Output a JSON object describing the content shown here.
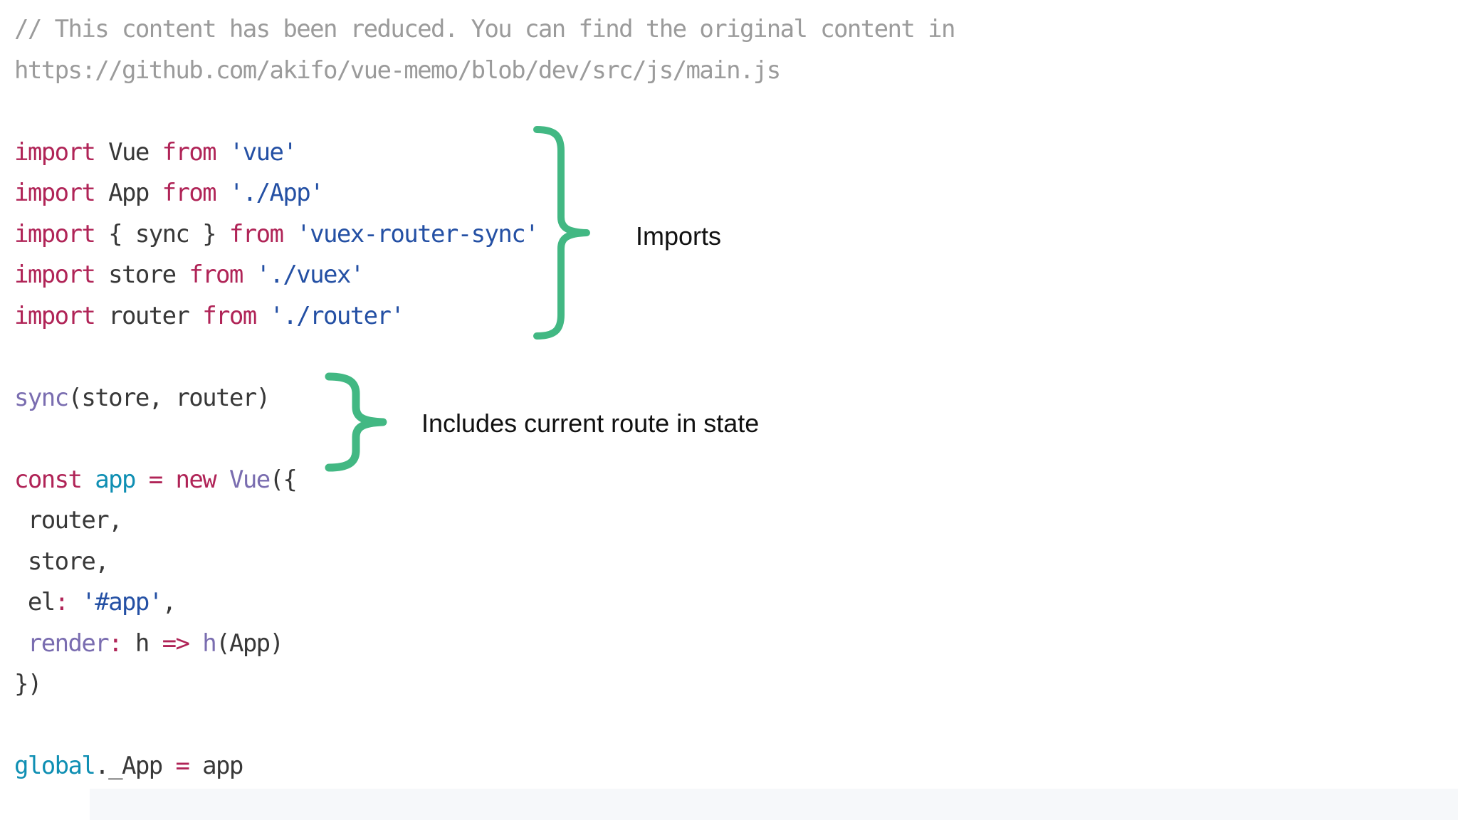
{
  "palette": {
    "comment": "#9b9b9b",
    "plain": "#383838",
    "keyword": "#b02457",
    "string": "#2450a4",
    "variable": "#0f8fb3",
    "function": "#7a6db0",
    "label_text": "#111111",
    "footer_strip": "#f6f8fa"
  },
  "annotations": {
    "brace_color": "#42b883",
    "imports": {
      "label": "Imports"
    },
    "route": {
      "label": "Includes current route in state"
    }
  },
  "code": {
    "language": "javascript",
    "lines": [
      {
        "tokens": [
          {
            "t": "// This content has been reduced. You can find the original content in",
            "c": "comment"
          }
        ]
      },
      {
        "tokens": [
          {
            "t": "https://github.com/akifo/vue-memo/blob/dev/src/js/main.js",
            "c": "comment"
          }
        ]
      },
      {
        "tokens": []
      },
      {
        "tokens": [
          {
            "t": "import",
            "c": "keyword"
          },
          {
            "t": " Vue ",
            "c": "plain"
          },
          {
            "t": "from",
            "c": "keyword"
          },
          {
            "t": " ",
            "c": "plain"
          },
          {
            "t": "'vue'",
            "c": "string"
          }
        ]
      },
      {
        "tokens": [
          {
            "t": "import",
            "c": "keyword"
          },
          {
            "t": " App ",
            "c": "plain"
          },
          {
            "t": "from",
            "c": "keyword"
          },
          {
            "t": " ",
            "c": "plain"
          },
          {
            "t": "'./App'",
            "c": "string"
          }
        ]
      },
      {
        "tokens": [
          {
            "t": "import",
            "c": "keyword"
          },
          {
            "t": " { sync } ",
            "c": "plain"
          },
          {
            "t": "from",
            "c": "keyword"
          },
          {
            "t": " ",
            "c": "plain"
          },
          {
            "t": "'vuex-router-sync'",
            "c": "string"
          }
        ]
      },
      {
        "tokens": [
          {
            "t": "import",
            "c": "keyword"
          },
          {
            "t": " store ",
            "c": "plain"
          },
          {
            "t": "from",
            "c": "keyword"
          },
          {
            "t": " ",
            "c": "plain"
          },
          {
            "t": "'./vuex'",
            "c": "string"
          }
        ]
      },
      {
        "tokens": [
          {
            "t": "import",
            "c": "keyword"
          },
          {
            "t": " router ",
            "c": "plain"
          },
          {
            "t": "from",
            "c": "keyword"
          },
          {
            "t": " ",
            "c": "plain"
          },
          {
            "t": "'./router'",
            "c": "string"
          }
        ]
      },
      {
        "tokens": []
      },
      {
        "tokens": [
          {
            "t": "sync",
            "c": "function"
          },
          {
            "t": "(store, router)",
            "c": "plain"
          }
        ]
      },
      {
        "tokens": []
      },
      {
        "tokens": [
          {
            "t": "const",
            "c": "keyword"
          },
          {
            "t": " ",
            "c": "plain"
          },
          {
            "t": "app",
            "c": "variable"
          },
          {
            "t": " ",
            "c": "plain"
          },
          {
            "t": "=",
            "c": "keyword"
          },
          {
            "t": " ",
            "c": "plain"
          },
          {
            "t": "new",
            "c": "keyword"
          },
          {
            "t": " ",
            "c": "plain"
          },
          {
            "t": "Vue",
            "c": "function"
          },
          {
            "t": "({",
            "c": "plain"
          }
        ]
      },
      {
        "tokens": [
          {
            "t": " router,",
            "c": "plain"
          }
        ]
      },
      {
        "tokens": [
          {
            "t": " store,",
            "c": "plain"
          }
        ]
      },
      {
        "tokens": [
          {
            "t": " el",
            "c": "plain"
          },
          {
            "t": ":",
            "c": "keyword"
          },
          {
            "t": " ",
            "c": "plain"
          },
          {
            "t": "'#app'",
            "c": "string"
          },
          {
            "t": ",",
            "c": "plain"
          }
        ]
      },
      {
        "tokens": [
          {
            "t": " ",
            "c": "plain"
          },
          {
            "t": "render",
            "c": "function"
          },
          {
            "t": ":",
            "c": "keyword"
          },
          {
            "t": " h ",
            "c": "plain"
          },
          {
            "t": "=>",
            "c": "keyword"
          },
          {
            "t": " ",
            "c": "plain"
          },
          {
            "t": "h",
            "c": "function"
          },
          {
            "t": "(App)",
            "c": "plain"
          }
        ]
      },
      {
        "tokens": [
          {
            "t": "})",
            "c": "plain"
          }
        ]
      },
      {
        "tokens": []
      },
      {
        "tokens": [
          {
            "t": "global",
            "c": "variable"
          },
          {
            "t": "._App ",
            "c": "plain"
          },
          {
            "t": "=",
            "c": "keyword"
          },
          {
            "t": " app",
            "c": "plain"
          }
        ]
      }
    ]
  }
}
